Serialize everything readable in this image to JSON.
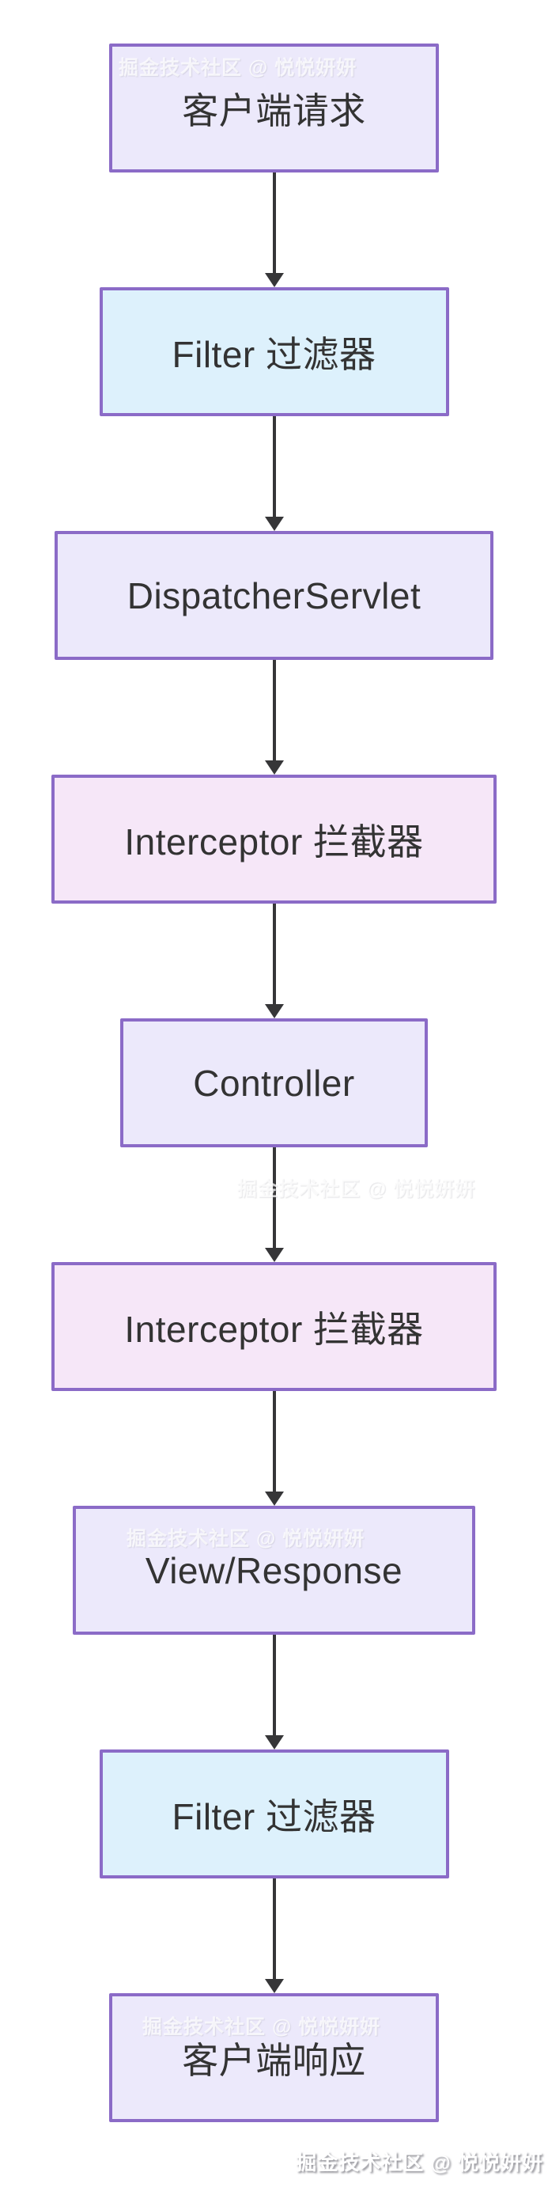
{
  "diagram": {
    "type": "flowchart",
    "direction": "top-down",
    "colors": {
      "border": "#8B6BC7",
      "arrow": "#363638",
      "text": "#333333",
      "fill_lavender": "#ECE9FB",
      "fill_blue": "#DDF1FC",
      "fill_pink": "#F6E7F8"
    },
    "nodes": [
      {
        "id": "client-request",
        "label": "客户端请求",
        "variant": "lavender"
      },
      {
        "id": "filter-in",
        "label": "Filter 过滤器",
        "variant": "blue"
      },
      {
        "id": "dispatcher-servlet",
        "label": "DispatcherServlet",
        "variant": "lavender"
      },
      {
        "id": "interceptor-pre",
        "label": "Interceptor 拦截器",
        "variant": "pink"
      },
      {
        "id": "controller",
        "label": "Controller",
        "variant": "lavender"
      },
      {
        "id": "interceptor-post",
        "label": "Interceptor 拦截器",
        "variant": "pink"
      },
      {
        "id": "view-response",
        "label": "View/Response",
        "variant": "lavender"
      },
      {
        "id": "filter-out",
        "label": "Filter 过滤器",
        "variant": "blue"
      },
      {
        "id": "client-response",
        "label": "客户端响应",
        "variant": "lavender"
      }
    ],
    "edges": [
      {
        "from": "client-request",
        "to": "filter-in"
      },
      {
        "from": "filter-in",
        "to": "dispatcher-servlet"
      },
      {
        "from": "dispatcher-servlet",
        "to": "interceptor-pre"
      },
      {
        "from": "interceptor-pre",
        "to": "controller"
      },
      {
        "from": "controller",
        "to": "interceptor-post"
      },
      {
        "from": "interceptor-post",
        "to": "view-response"
      },
      {
        "from": "view-response",
        "to": "filter-out"
      },
      {
        "from": "filter-out",
        "to": "client-response"
      }
    ]
  },
  "watermark": {
    "text": "掘金技术社区 @ 悦悦妍妍"
  }
}
